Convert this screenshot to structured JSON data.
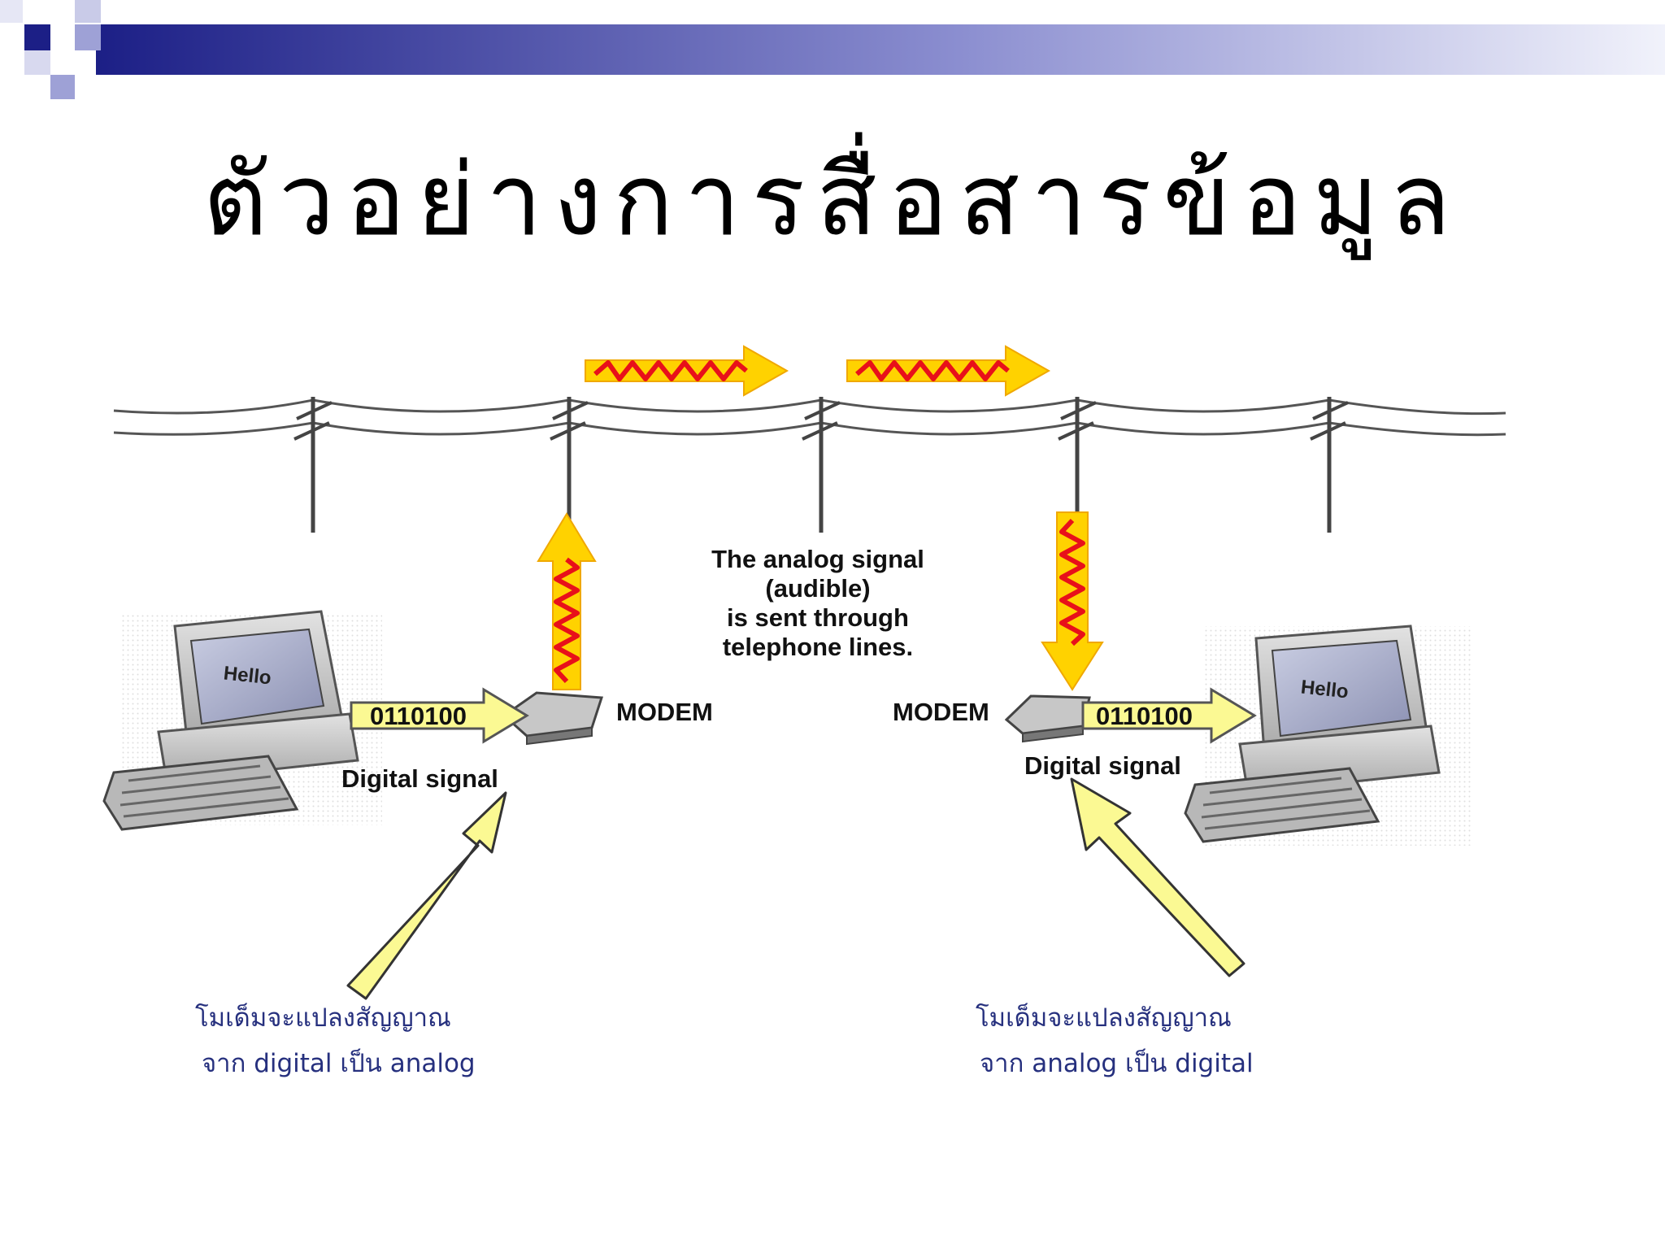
{
  "slide": {
    "title": "ตัวอย่างการสื่อสารข้อมูล"
  },
  "diagram": {
    "left": {
      "screen_text": "Hello",
      "bits": "0110100",
      "signal_label": "Digital signal",
      "modem_label": "MODEM",
      "caption_line1": "โมเด็มจะแปลงสัญญาณ",
      "caption_line2": "จาก digital เป็น analog"
    },
    "right": {
      "screen_text": "Hello",
      "bits": "0110100",
      "signal_label": "Digital signal",
      "modem_label": "MODEM",
      "caption_line1": "โมเด็มจะแปลงสัญญาณ",
      "caption_line2": "จาก analog เป็น digital"
    },
    "center_text": {
      "line1": "The analog signal",
      "line2": "(audible)",
      "line3": "is sent through",
      "line4": "telephone lines."
    }
  },
  "colors": {
    "header_dark": "#1c1f86",
    "header_light": "#e4e6f6",
    "arrow_yellow": "#ffd200",
    "arrow_light": "#fbf993",
    "wave_red": "#e8101a",
    "caption_blue": "#26307e"
  }
}
